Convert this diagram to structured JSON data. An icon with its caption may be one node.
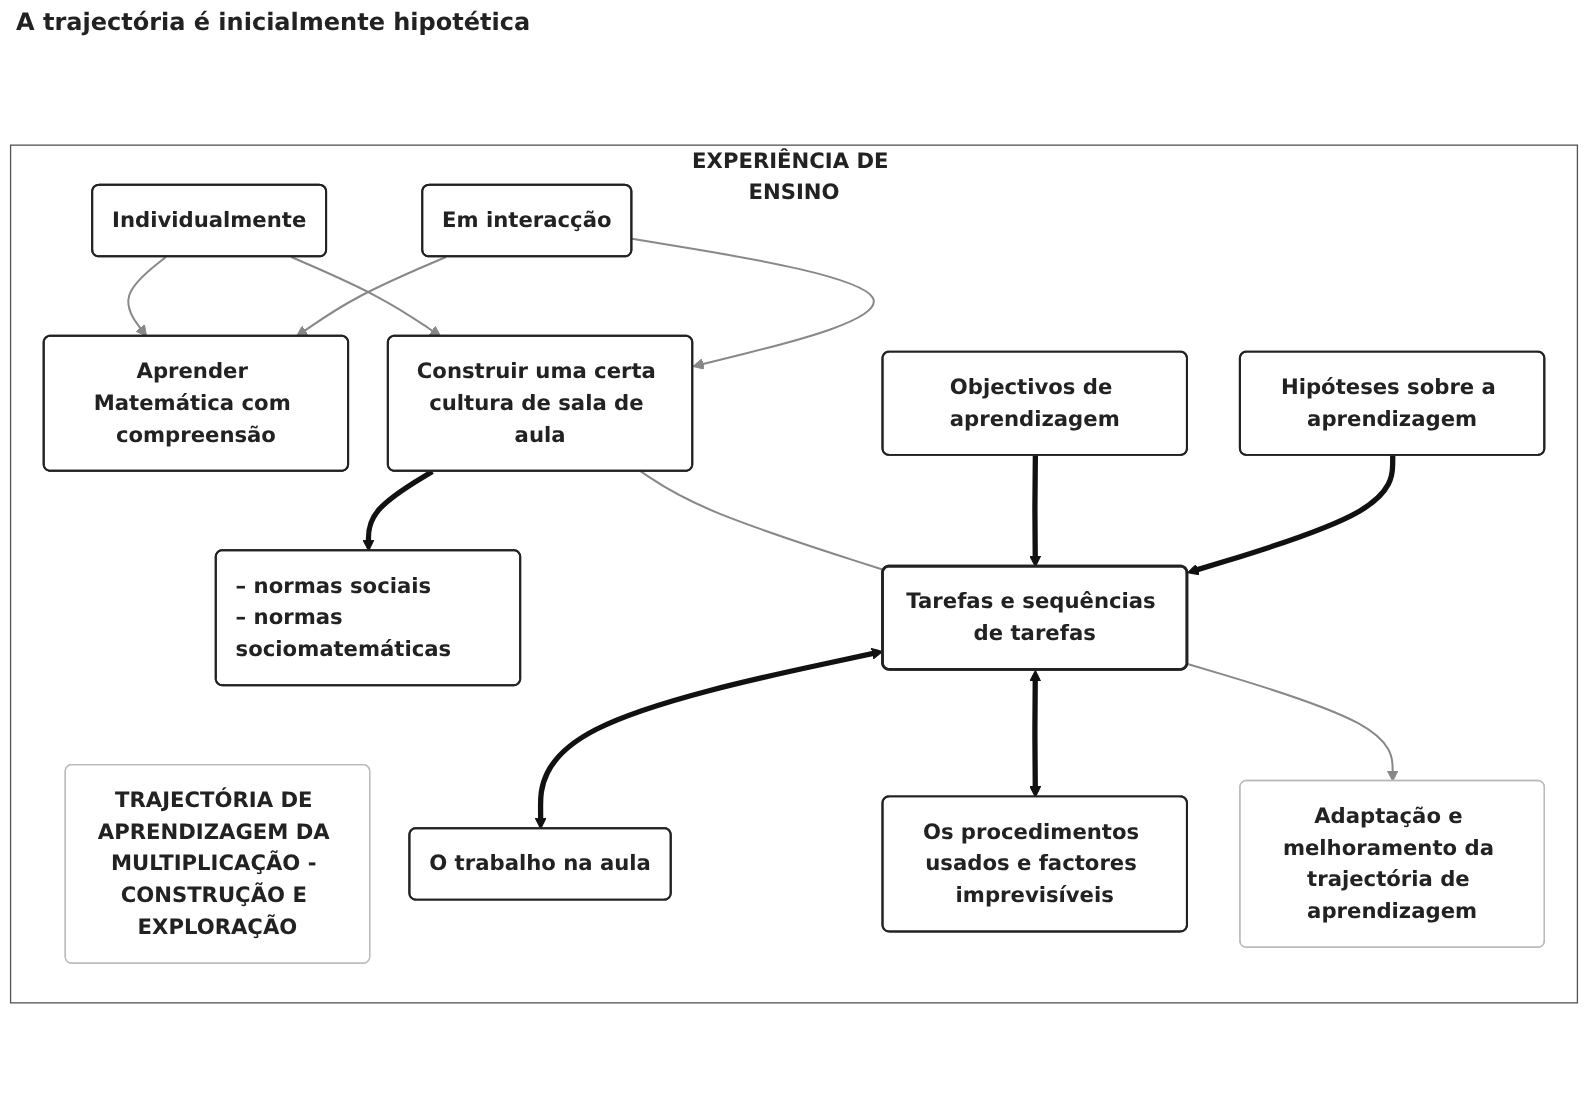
{
  "diagram": {
    "nodes": [
      {
        "text": [
          "EXPERIÊNCIA DE ENSINO"
        ]
      },
      {
        "text": [
          "TRAJECTÓRIA DE APRENDIZAGEM DA MULTIPLICAÇÃO - CONSTRUÇÃO E EXPLORAÇÃO"
        ],
        "in": 0
      },
      {
        "text": [
          "Aprender Matemática com compreensão"
        ],
        "in": 0
      },
      {
        "text": [
          "Individualmente"
        ],
        "in": 0
      },
      {
        "text": [
          "Em interacção"
        ],
        "in": 0
      },
      {
        "text": [
          "Construir uma certa cultura de sala de aula"
        ],
        "in": 0
      },
      {
        "text": [
          "– normas sociais",
          "– normas sociomatemáticas"
        ],
        "in": 0
      },
      {
        "text": [
          "Objectivos de aprendizagem"
        ],
        "in": 0
      },
      {
        "text": [
          "Tarefas e sequências de tarefas"
        ],
        "in": 0
      },
      {
        "text": [
          "O trabalho na aula"
        ],
        "in": 0
      },
      {
        "text": [
          "Hipóteses sobre a aprendizagem"
        ],
        "in": 0
      },
      {
        "text": [
          "Os procedimentos usados e factores imprevisíveis"
        ],
        "in": 0
      },
      {
        "text": [
          "Adaptação e melhoramento da trajectória de aprendizagem"
        ],
        "in": 0
      }
    ],
    "edges": [
      {
        "from": 3,
        "to": 2,
        "arrow": "to"
      },
      {
        "from": 3,
        "to": 5,
        "arrow": "to"
      },
      {
        "from": 4,
        "to": 2,
        "arrow": "to"
      },
      {
        "from": 4,
        "to": 5,
        "arrow": "to"
      },
      {
        "from": 5,
        "to": 6,
        "arrow": "to",
        "style": "thick",
        "color": "#111111"
      },
      {
        "from": 5,
        "to": 8,
        "arrow": "none"
      },
      {
        "from": 7,
        "to": 8,
        "arrow": "to",
        "style": "thick",
        "color": "#111111"
      },
      {
        "from": 8,
        "to": 9,
        "arrow": "both",
        "style": "thick",
        "color": "#111111"
      },
      {
        "from": 10,
        "to": 8,
        "arrow": "to",
        "style": "thick",
        "color": "#111111"
      },
      {
        "from": 8,
        "to": 11,
        "arrow": "both",
        "style": "thick",
        "color": "#111111"
      },
      {
        "from": 8,
        "to": 12,
        "arrow": "to"
      }
    ],
    "labels": [
      "A trajectória é inicialmente hipotética"
    ]
  }
}
